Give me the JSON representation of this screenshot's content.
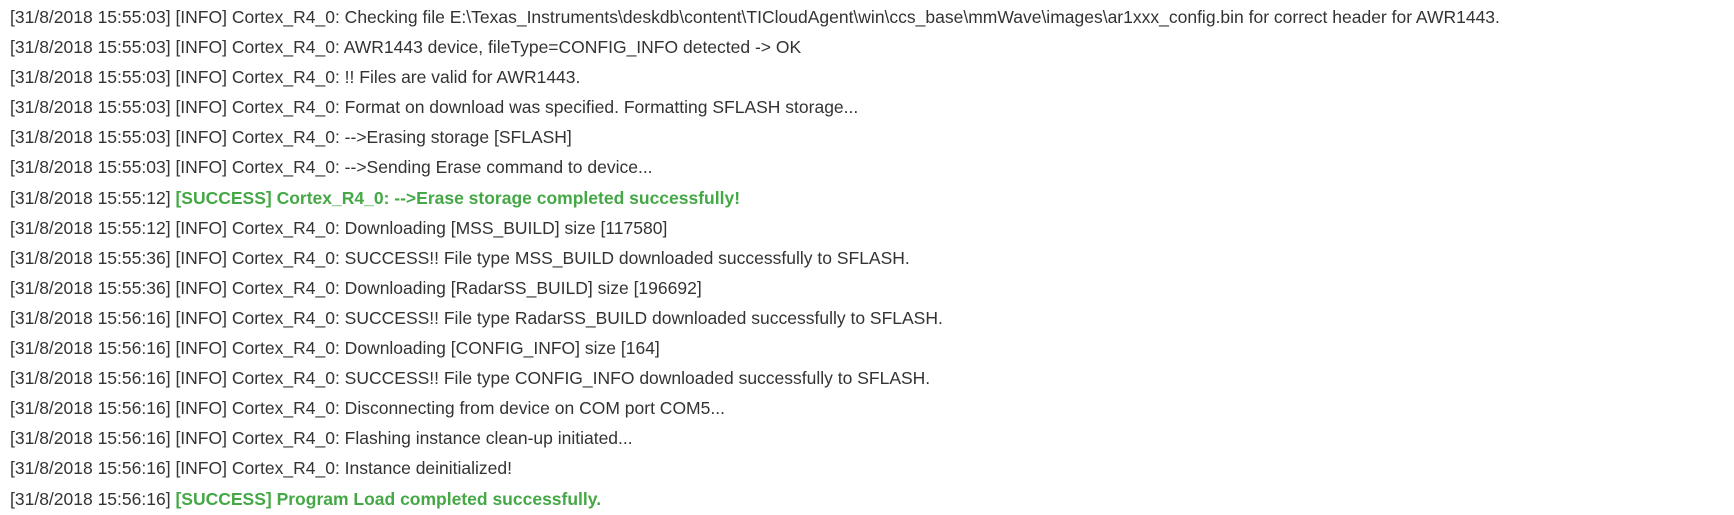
{
  "console": {
    "colors": {
      "text": "#333333",
      "success": "#45a846",
      "background": "#ffffff"
    },
    "lines": [
      {
        "timestamp": "[31/8/2018 15:55:03]",
        "level": "[INFO]",
        "message": "Cortex_R4_0: Checking file E:\\Texas_Instruments\\deskdb\\content\\TICloudAgent\\win\\ccs_base\\mmWave\\images\\ar1xxx_config.bin for correct header for AWR1443."
      },
      {
        "timestamp": "[31/8/2018 15:55:03]",
        "level": "[INFO]",
        "message": "Cortex_R4_0: AWR1443 device, fileType=CONFIG_INFO detected -> OK"
      },
      {
        "timestamp": "[31/8/2018 15:55:03]",
        "level": "[INFO]",
        "message": "Cortex_R4_0: !! Files are valid for AWR1443."
      },
      {
        "timestamp": "[31/8/2018 15:55:03]",
        "level": "[INFO]",
        "message": "Cortex_R4_0: Format on download was specified. Formatting SFLASH storage..."
      },
      {
        "timestamp": "[31/8/2018 15:55:03]",
        "level": "[INFO]",
        "message": "Cortex_R4_0: -->Erasing storage [SFLASH]"
      },
      {
        "timestamp": "[31/8/2018 15:55:03]",
        "level": "[INFO]",
        "message": "Cortex_R4_0: -->Sending Erase command to device..."
      },
      {
        "timestamp": "[31/8/2018 15:55:12]",
        "level": "[SUCCESS]",
        "message": "Cortex_R4_0: -->Erase storage completed successfully!"
      },
      {
        "timestamp": "[31/8/2018 15:55:12]",
        "level": "[INFO]",
        "message": "Cortex_R4_0: Downloading [MSS_BUILD] size [117580]"
      },
      {
        "timestamp": "[31/8/2018 15:55:36]",
        "level": "[INFO]",
        "message": "Cortex_R4_0: SUCCESS!! File type MSS_BUILD downloaded successfully to SFLASH."
      },
      {
        "timestamp": "[31/8/2018 15:55:36]",
        "level": "[INFO]",
        "message": "Cortex_R4_0: Downloading [RadarSS_BUILD] size [196692]"
      },
      {
        "timestamp": "[31/8/2018 15:56:16]",
        "level": "[INFO]",
        "message": "Cortex_R4_0: SUCCESS!! File type RadarSS_BUILD downloaded successfully to SFLASH."
      },
      {
        "timestamp": "[31/8/2018 15:56:16]",
        "level": "[INFO]",
        "message": "Cortex_R4_0: Downloading [CONFIG_INFO] size [164]"
      },
      {
        "timestamp": "[31/8/2018 15:56:16]",
        "level": "[INFO]",
        "message": "Cortex_R4_0: SUCCESS!! File type CONFIG_INFO downloaded successfully to SFLASH."
      },
      {
        "timestamp": "[31/8/2018 15:56:16]",
        "level": "[INFO]",
        "message": "Cortex_R4_0: Disconnecting from device on COM port COM5..."
      },
      {
        "timestamp": "[31/8/2018 15:56:16]",
        "level": "[INFO]",
        "message": "Cortex_R4_0: Flashing instance clean-up initiated..."
      },
      {
        "timestamp": "[31/8/2018 15:56:16]",
        "level": "[INFO]",
        "message": "Cortex_R4_0: Instance deinitialized!"
      },
      {
        "timestamp": "[31/8/2018 15:56:16]",
        "level": "[SUCCESS]",
        "message": "Program Load completed successfully."
      }
    ]
  }
}
